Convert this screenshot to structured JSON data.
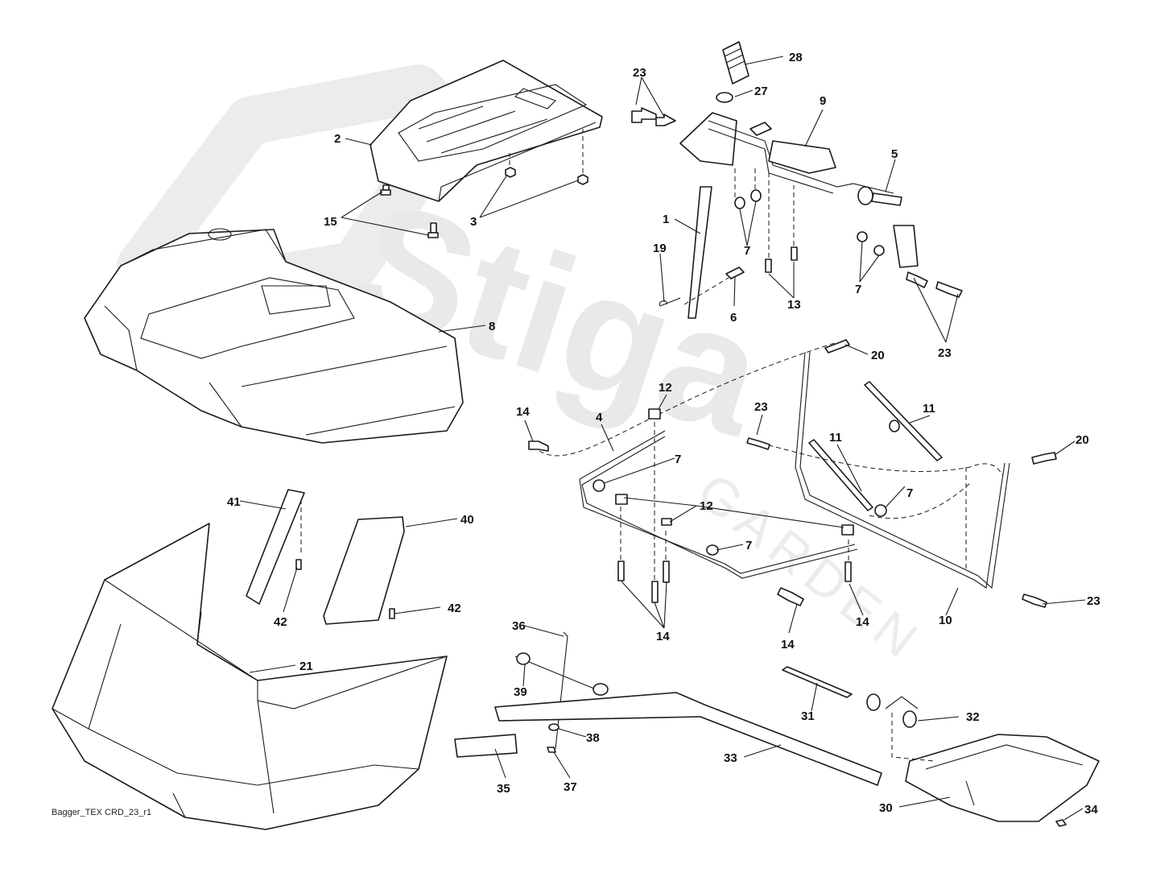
{
  "diagram": {
    "reference": "Bagger_TEX CRD_23_r1",
    "watermark": {
      "brand": "Stiga",
      "sub": "GARDEN"
    },
    "callouts": [
      {
        "id": "c28",
        "text": "28"
      },
      {
        "id": "c27",
        "text": "27"
      },
      {
        "id": "c9",
        "text": "9"
      },
      {
        "id": "c23a",
        "text": "23"
      },
      {
        "id": "c5",
        "text": "5"
      },
      {
        "id": "c2",
        "text": "2"
      },
      {
        "id": "c3",
        "text": "3"
      },
      {
        "id": "c15",
        "text": "15"
      },
      {
        "id": "c1",
        "text": "1"
      },
      {
        "id": "c19",
        "text": "19"
      },
      {
        "id": "c7a",
        "text": "7"
      },
      {
        "id": "c6",
        "text": "6"
      },
      {
        "id": "c13",
        "text": "13"
      },
      {
        "id": "c7b",
        "text": "7"
      },
      {
        "id": "c23b",
        "text": "23"
      },
      {
        "id": "c8",
        "text": "8"
      },
      {
        "id": "c20a",
        "text": "20"
      },
      {
        "id": "c12a",
        "text": "12"
      },
      {
        "id": "c14a",
        "text": "14"
      },
      {
        "id": "c4",
        "text": "4"
      },
      {
        "id": "c23c",
        "text": "23"
      },
      {
        "id": "c11a",
        "text": "11"
      },
      {
        "id": "c11b",
        "text": "11"
      },
      {
        "id": "c20b",
        "text": "20"
      },
      {
        "id": "c7c",
        "text": "7"
      },
      {
        "id": "c7d",
        "text": "7"
      },
      {
        "id": "c12b",
        "text": "12"
      },
      {
        "id": "c7e",
        "text": "7"
      },
      {
        "id": "c41",
        "text": "41"
      },
      {
        "id": "c40",
        "text": "40"
      },
      {
        "id": "c42a",
        "text": "42"
      },
      {
        "id": "c42b",
        "text": "42"
      },
      {
        "id": "c23d",
        "text": "23"
      },
      {
        "id": "c10",
        "text": "10"
      },
      {
        "id": "c14b",
        "text": "14"
      },
      {
        "id": "c14c",
        "text": "14"
      },
      {
        "id": "c14d",
        "text": "14"
      },
      {
        "id": "c21",
        "text": "21"
      },
      {
        "id": "c36",
        "text": "36"
      },
      {
        "id": "c39",
        "text": "39"
      },
      {
        "id": "c38",
        "text": "38"
      },
      {
        "id": "c31",
        "text": "31"
      },
      {
        "id": "c32",
        "text": "32"
      },
      {
        "id": "c33",
        "text": "33"
      },
      {
        "id": "c35",
        "text": "35"
      },
      {
        "id": "c37",
        "text": "37"
      },
      {
        "id": "c30",
        "text": "30"
      },
      {
        "id": "c34",
        "text": "34"
      }
    ]
  }
}
